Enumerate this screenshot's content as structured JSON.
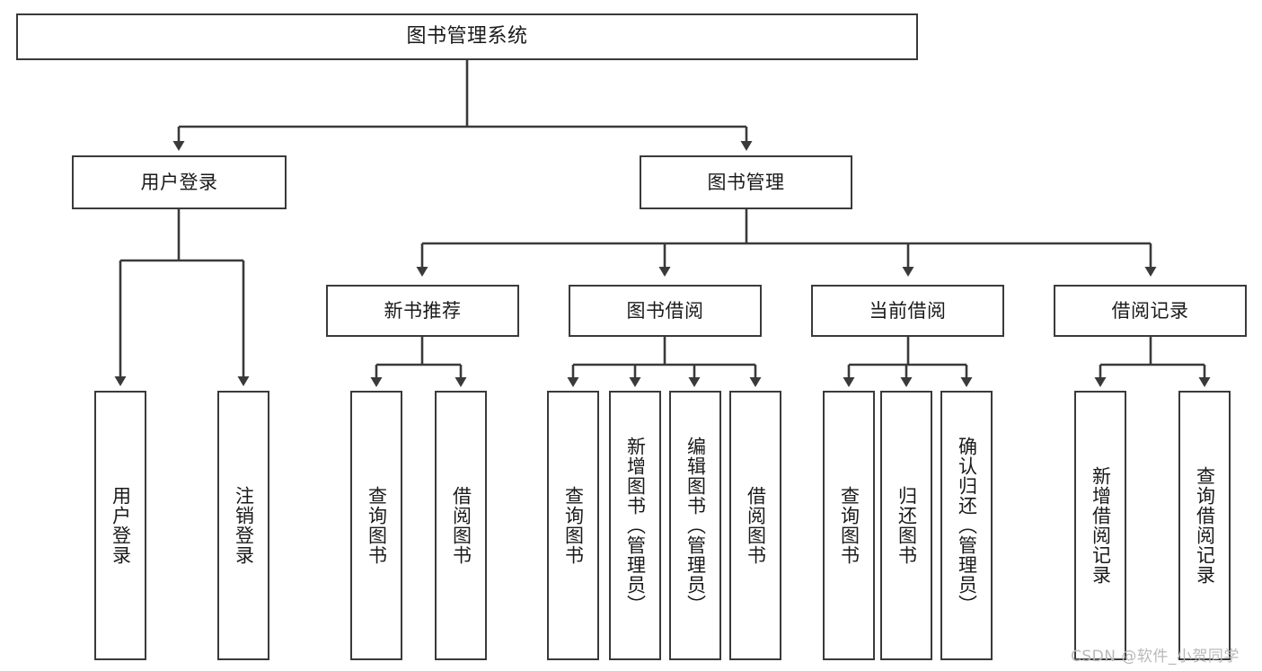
{
  "diagram": {
    "title": "图书管理系统",
    "type": "functional-structure-tree",
    "nodes": {
      "root": {
        "label": "图书管理系统"
      },
      "level2": [
        {
          "id": "user-login",
          "label": "用户登录"
        },
        {
          "id": "book-management",
          "label": "图书管理"
        }
      ],
      "level3": [
        {
          "id": "new-book-recommend",
          "label": "新书推荐"
        },
        {
          "id": "book-borrow",
          "label": "图书借阅"
        },
        {
          "id": "current-borrow",
          "label": "当前借阅"
        },
        {
          "id": "borrow-record",
          "label": "借阅记录"
        }
      ],
      "leaves": {
        "user_login": [
          {
            "id": "leaf-user-login",
            "label": "用户登录"
          },
          {
            "id": "leaf-user-logout",
            "label": "注销登录"
          }
        ],
        "new_book_recommend": [
          {
            "id": "leaf-query-book-1",
            "label": "查询图书"
          },
          {
            "id": "leaf-borrow-book-1",
            "label": "借阅图书"
          }
        ],
        "book_borrow": [
          {
            "id": "leaf-query-book-2",
            "label": "查询图书"
          },
          {
            "id": "leaf-add-book",
            "label": "新增图书（管理员）"
          },
          {
            "id": "leaf-edit-book",
            "label": "编辑图书（管理员）"
          },
          {
            "id": "leaf-borrow-book-2",
            "label": "借阅图书"
          }
        ],
        "current_borrow": [
          {
            "id": "leaf-query-book-3",
            "label": "查询图书"
          },
          {
            "id": "leaf-return-book",
            "label": "归还图书"
          },
          {
            "id": "leaf-confirm-return",
            "label": "确认归还（管理员）"
          }
        ],
        "borrow_record": [
          {
            "id": "leaf-add-record",
            "label": "新增借阅记录"
          },
          {
            "id": "leaf-query-record",
            "label": "查询借阅记录"
          }
        ]
      }
    }
  },
  "watermark": {
    "text": "CSDN @软件_小贺同学"
  },
  "colors": {
    "stroke": "#3a3a3a",
    "background": "#ffffff",
    "text": "#1a1a1a",
    "watermark": "#b9b9b9"
  }
}
